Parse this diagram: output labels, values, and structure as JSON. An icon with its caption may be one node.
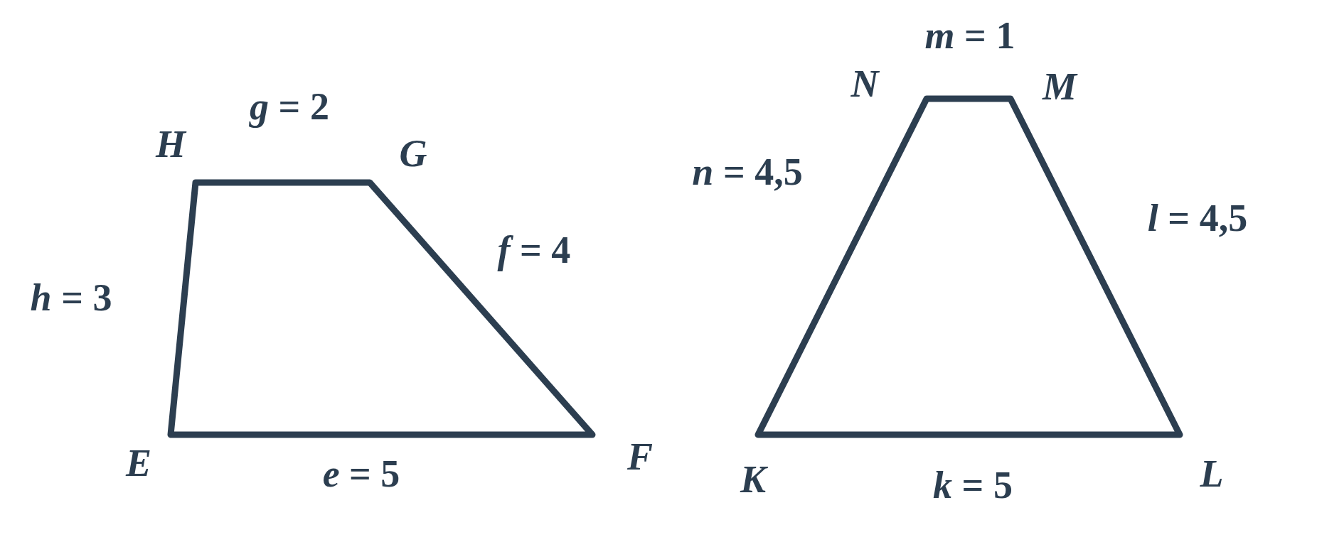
{
  "diagram": {
    "labels": [
      "*H*",
      "*g* = 2",
      "*G*",
      "*h* = 3",
      "*f* = 4",
      "*E*",
      "*e* = 5",
      "*F*",
      "*m* = 1",
      "*N*",
      "*M*",
      "*n* = 4,5",
      "*l* = 4,5",
      "*K*",
      "*k* = 5",
      "*L*"
    ]
  }
}
